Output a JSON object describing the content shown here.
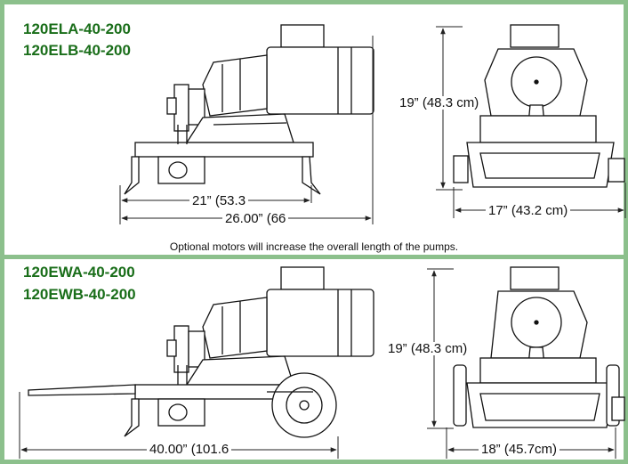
{
  "colors": {
    "frame": "#8cc08c",
    "model_text": "#1a6e1a"
  },
  "top_panel": {
    "model_1": "120ELA-40-200",
    "model_2": "120ELB-40-200",
    "dim_height": "19” (48.3 cm)",
    "dim_width": "17” (43.2 cm)",
    "dim_base": "21” (53.3",
    "dim_length": "26.00” (66"
  },
  "note": "Optional motors will increase the overall length of the pumps.",
  "bottom_panel": {
    "model_1": "120EWA-40-200",
    "model_2": "120EWB-40-200",
    "dim_height": "19” (48.3 cm)",
    "dim_width": "18” (45.7cm)",
    "dim_length": "40.00” (101.6"
  }
}
